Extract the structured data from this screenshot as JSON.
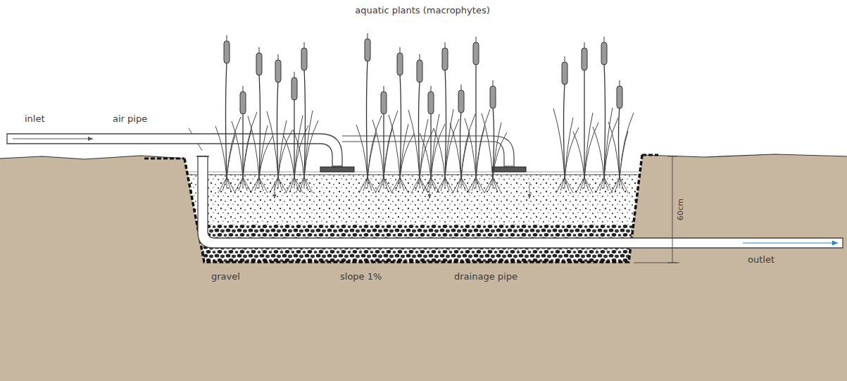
{
  "diagram": {
    "labels": [
      "aquatic plants (macrophytes)",
      "inlet",
      "air pipe",
      "gravel",
      "slope 1%",
      "drainage pipe",
      "outlet",
      "60cm"
    ]
  }
}
